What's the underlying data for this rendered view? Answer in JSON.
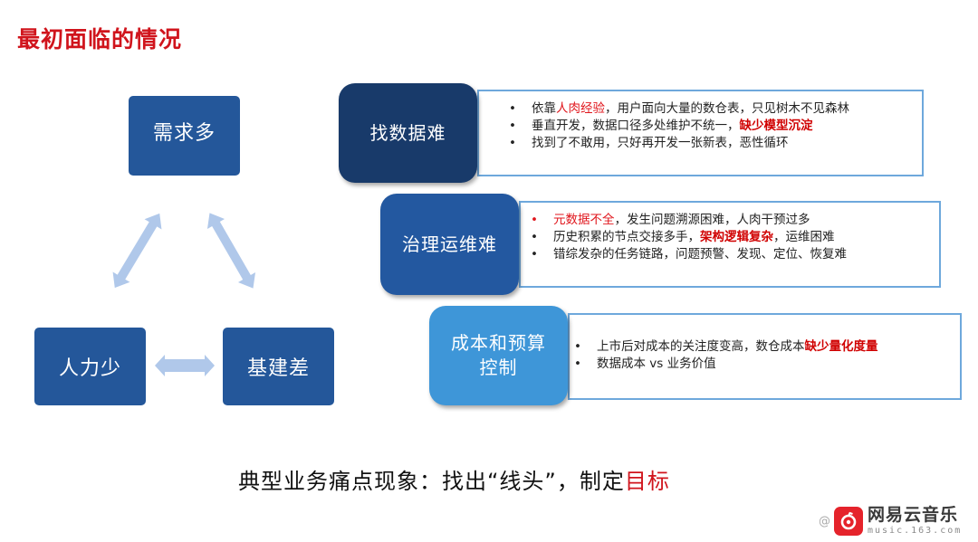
{
  "title": "最初面临的情况",
  "cycle": {
    "nodes": [
      {
        "label": "需求多"
      },
      {
        "label": "人力少"
      },
      {
        "label": "基建差"
      }
    ],
    "arrow_color": "#b0c8ea",
    "node_color": "#24579a"
  },
  "pain_points": [
    {
      "label": "找数据难",
      "color": "#183a6a",
      "bullets": [
        {
          "pre": "依靠",
          "highlight": "人肉经验",
          "post": "，用户面向大量的数仓表，只见树木不见森林"
        },
        {
          "pre": "垂直开发，数据口径多处维护不统一，",
          "highlight": "缺少模型沉淀",
          "post": ""
        },
        {
          "pre": "找到了不敢用，只好再开发一张新表，恶性循环",
          "highlight": "",
          "post": ""
        }
      ]
    },
    {
      "label": "治理运维难",
      "color": "#2358a0",
      "bullets": [
        {
          "pre": "",
          "highlight": "元数据不全",
          "post": "，发生问题溯源困难，人肉干预过多"
        },
        {
          "pre": "历史积累的节点交接多手，",
          "highlight": "架构逻辑复杂",
          "post": "，运维困难"
        },
        {
          "pre": "错综发杂的任务链路，问题预警、发现、定位、恢复难",
          "highlight": "",
          "post": ""
        }
      ]
    },
    {
      "label_line1": "成本和预算",
      "label_line2": "控制",
      "color": "#3e96d8",
      "bullets": [
        {
          "pre": "上市后对成本的关注度变高，数仓成本",
          "highlight": "缺少量化度量",
          "post": ""
        },
        {
          "pre": "数据成本 vs 业务价值",
          "highlight": "",
          "post": ""
        }
      ]
    }
  ],
  "footer": {
    "text": "典型业务痛点现象：找出“线头”，制定",
    "accent": "目标"
  },
  "watermark": {
    "at": "@",
    "brand": "网易云音乐",
    "domain": "music.163.com"
  }
}
